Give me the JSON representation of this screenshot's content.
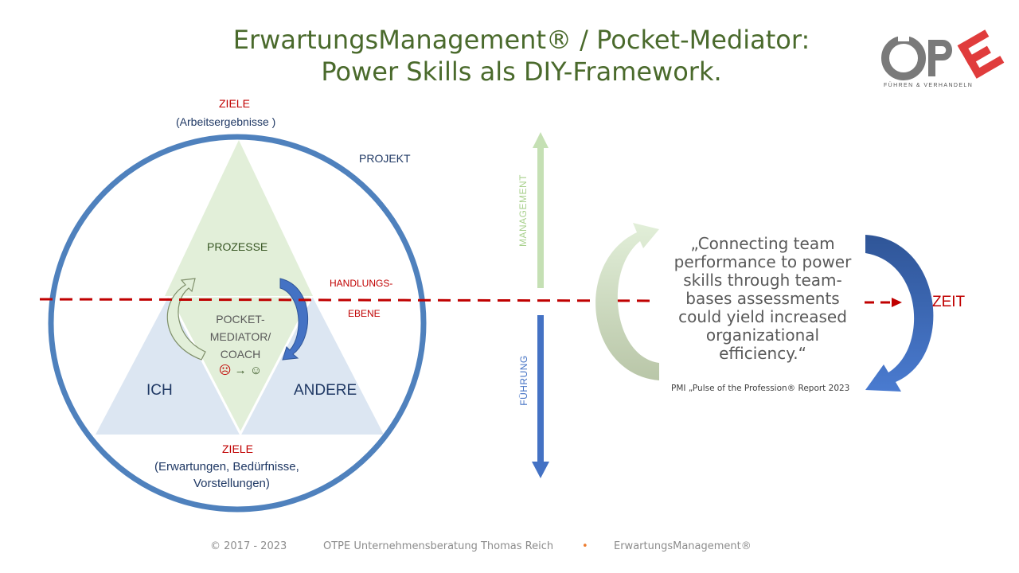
{
  "title": {
    "line1": "ErwartungsManagement®  / Pocket-Mediator:",
    "line2": "Power Skills als DIY-Framework."
  },
  "logo": {
    "letters": [
      "O",
      "P",
      "E"
    ],
    "tagline": "FÜHREN & VERHANDELN"
  },
  "colors": {
    "title_green": "#4a6a2c",
    "circle_blue": "#4f81bd",
    "dashed_red": "#c00000",
    "triangle_green": "#e2efd9",
    "triangle_blue": "#dce6f2",
    "arrow_green": "#a9d18e",
    "arrow_blue": "#4472c4"
  },
  "diagram": {
    "goal_top_label": "ZIELE",
    "goal_top_sub": "(Arbeitsergebnisse )",
    "projekt": "PROJEKT",
    "prozesse": "PROZESSE",
    "handlungs_line1": "HANDLUNGS-",
    "handlungs_line2": "EBENE",
    "center_line1": "POCKET-",
    "center_line2": "MEDIATOR/",
    "center_line3": "COACH",
    "center_sad": "☹",
    "center_arrow": "→",
    "center_happy": "☺",
    "ich": "ICH",
    "andere": "ANDERE",
    "goal_bottom_label": "ZIELE",
    "goal_bottom_line1": "(Erwartungen, Bedürfnisse,",
    "goal_bottom_line2": "Vorstellungen)"
  },
  "axis": {
    "management": "MANAGEMENT",
    "fuehrung": "FÜHRUNG"
  },
  "right": {
    "quote": "„Connecting team performance to power skills through team-bases assessments could yield increased organizational efficiency.“",
    "source": "PMI „Pulse of the Profession® Report 2023",
    "zeit": "ZEIT"
  },
  "footer": {
    "copyright": "© 2017 - 2023",
    "company": "OTPE Unternehmensberatung  Thomas  Reich",
    "bullet": "•",
    "brand": "ErwartungsManagement®"
  }
}
